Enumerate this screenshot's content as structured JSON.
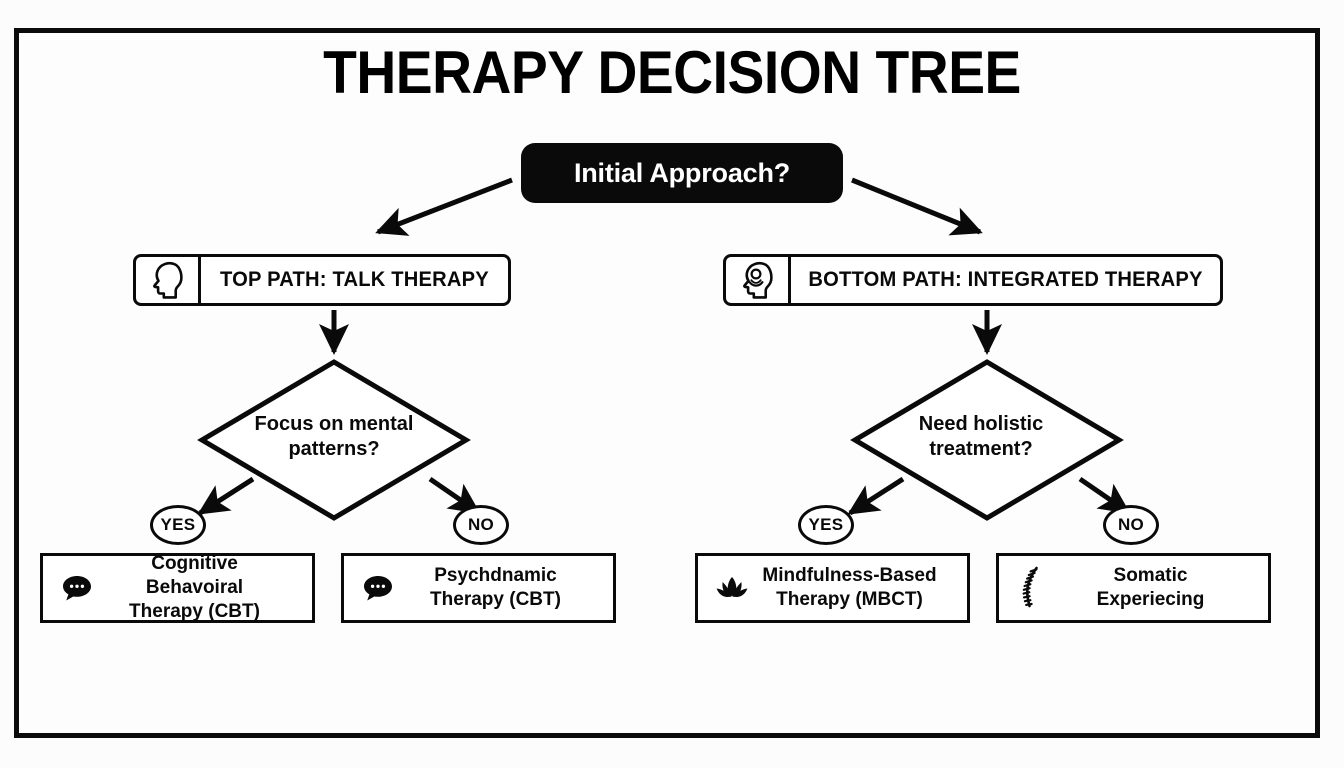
{
  "page": {
    "title": "THERAPY DECISION TREE",
    "background_color": "#fcfcfc",
    "ink_color": "#0a0a0a"
  },
  "root": {
    "label": "Initial Approach?",
    "bg_color": "#0a0a0a",
    "text_color": "#ffffff"
  },
  "branches": [
    {
      "id": "top-path",
      "icon": "head-profile-icon",
      "label": "TOP PATH: TALK THERAPY",
      "decision": {
        "line1": "Focus on mental",
        "line2": "patterns?"
      },
      "outcomes": [
        {
          "badge": "YES",
          "icon": "speech-bubble-icon",
          "line1": "Cognitive Behavoiral",
          "line2": "Therapy (CBT)"
        },
        {
          "badge": "NO",
          "icon": "speech-bubble-icon",
          "line1": "Psychdnamic",
          "line2": "Therapy (CBT)"
        }
      ]
    },
    {
      "id": "bottom-path",
      "icon": "head-mindful-icon",
      "label": "BOTTOM PATH: INTEGRATED THERAPY",
      "decision": {
        "line1": "Need holistic",
        "line2": "treatment?"
      },
      "outcomes": [
        {
          "badge": "YES",
          "icon": "lotus-icon",
          "line1": "Mindfulness-Based",
          "line2": "Therapy (MBCT)"
        },
        {
          "badge": "NO",
          "icon": "spine-icon",
          "line1": "Somatic",
          "line2": "Experiecing"
        }
      ]
    }
  ]
}
